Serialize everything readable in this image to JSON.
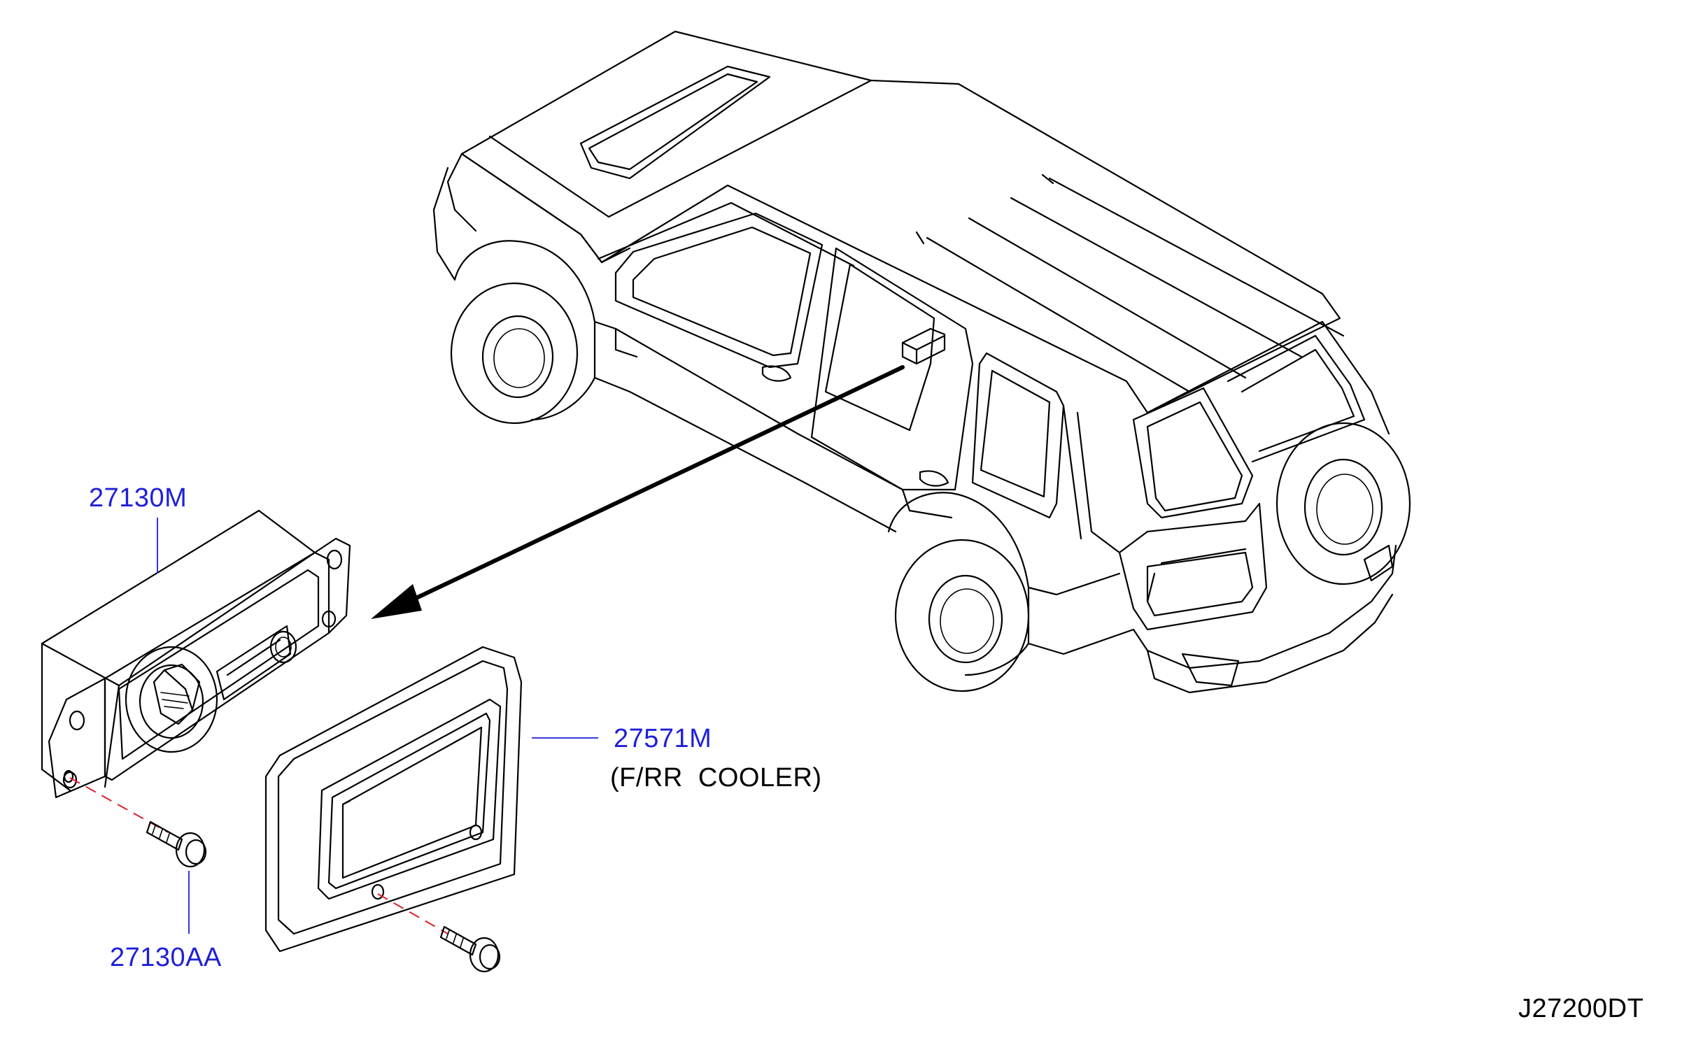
{
  "diagram": {
    "parts": [
      {
        "id": "27130M",
        "label": "27130M"
      },
      {
        "id": "27571M",
        "label": "27571M",
        "note": "(F/RR  COOLER)"
      },
      {
        "id": "27130AA",
        "label": "27130AA"
      }
    ],
    "drawing_code": "J27200DT",
    "colors": {
      "label": "#1f1fd9",
      "line": "#000000",
      "hidden_line": "#e0202a"
    }
  }
}
